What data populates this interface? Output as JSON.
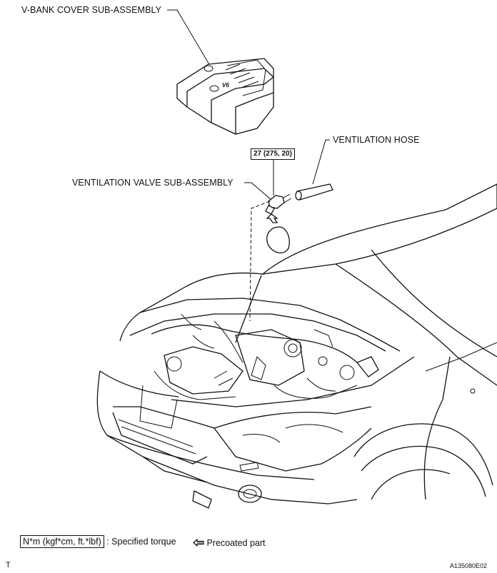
{
  "labels": {
    "vbank_cover": "V-BANK COVER SUB-ASSEMBLY",
    "ventilation_hose": "VENTILATION HOSE",
    "ventilation_valve": "VENTILATION VALVE SUB-ASSEMBLY",
    "torque_value": "27 (275, 20)",
    "cover_badge": "V6"
  },
  "legend": {
    "torque_units": "N*m (kgf*cm, ft.*lbf)",
    "torque_desc": ": Specified torque",
    "precoated": "Precoated part"
  },
  "footer": {
    "letter": "T",
    "figure_id": "A135080E02"
  }
}
